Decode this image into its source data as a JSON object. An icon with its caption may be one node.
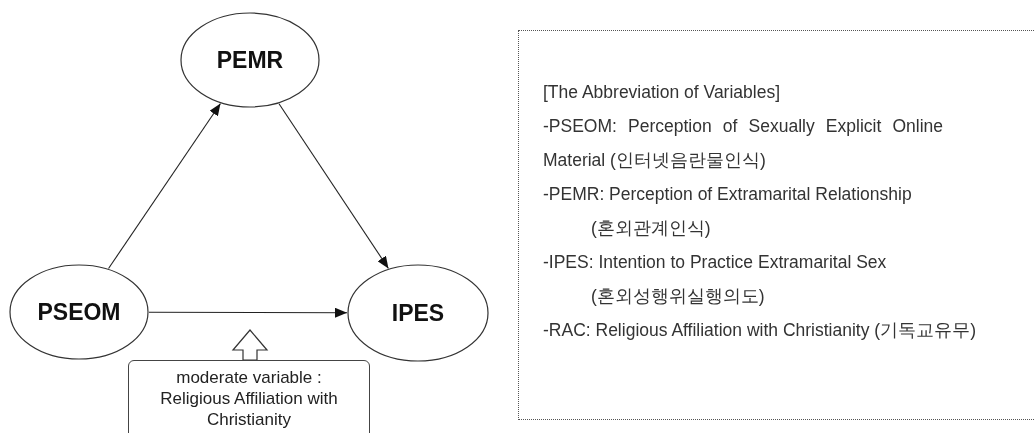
{
  "diagram": {
    "nodes": [
      {
        "text": [
          "PEMR"
        ]
      },
      {
        "text": [
          "PSEOM"
        ]
      },
      {
        "text": [
          "IPES"
        ]
      },
      {
        "text": [
          "moderate variable : Religious Affiliation with Christianity"
        ]
      },
      {
        "text": [
          "[The Abbreviation of Variables]",
          "-PSEOM: Perception of Sexually Explicit Online Material (인터넷음란물인식)",
          "-PEMR: Perception of Extramarital Relationship (혼외관계인식)",
          "-IPES: Intention to Practice Extramarital Sex (혼외성행위실행의도)",
          "-RAC: Religious Affiliation with Christianity (기독교유무)"
        ]
      }
    ],
    "edges": [
      {
        "from": 1,
        "to": 0,
        "arrow": "to"
      },
      {
        "from": 0,
        "to": 2,
        "arrow": "to"
      },
      {
        "from": 1,
        "to": 2,
        "arrow": "to"
      },
      {
        "from": 3,
        "to": null,
        "arrow": "to"
      }
    ]
  }
}
